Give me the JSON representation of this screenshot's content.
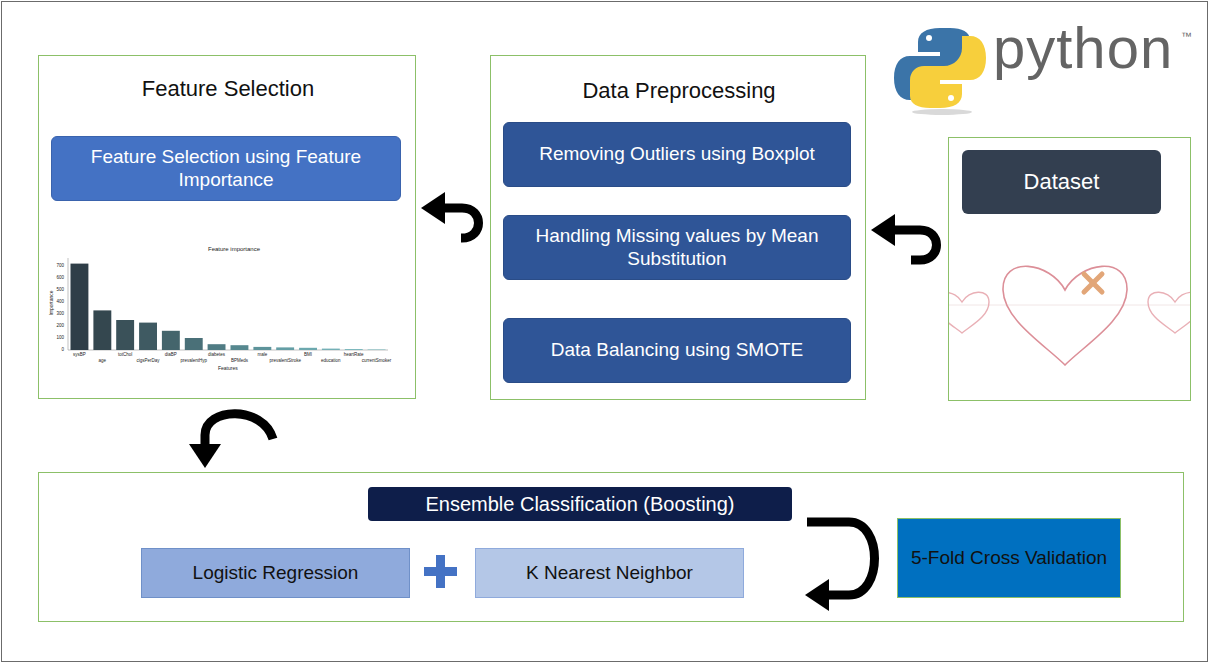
{
  "diagram": {
    "nodes": [
      {
        "text": [
          "Feature Selection"
        ]
      },
      {
        "text": [
          "Feature Selection using Feature Importance"
        ],
        "in": 0
      },
      {
        "text": [
          "Data Preprocessing"
        ]
      },
      {
        "text": [
          "Removing Outliers using Boxplot"
        ],
        "in": 2
      },
      {
        "text": [
          "Handling Missing values by Mean Substitution"
        ],
        "in": 2
      },
      {
        "text": [
          "Data Balancing using SMOTE"
        ],
        "in": 2
      },
      {
        "text": [
          "Dataset"
        ]
      },
      {
        "text": [
          "Ensemble Classification (Boosting)"
        ]
      },
      {
        "text": [
          "Logistic Regression"
        ],
        "in": 7
      },
      {
        "text": [
          "K Nearest Neighbor"
        ],
        "in": 7
      },
      {
        "text": [
          "5-Fold Cross Validation"
        ],
        "in": 7
      }
    ],
    "edges": [
      {
        "from": 6,
        "to": 2,
        "arrow": "to"
      },
      {
        "from": 2,
        "to": 0,
        "arrow": "to"
      },
      {
        "from": 0,
        "to": 7,
        "arrow": "to"
      },
      {
        "from": 10,
        "to": 7,
        "arrow": "to"
      }
    ],
    "labels": [
      "python",
      "™",
      "Feature importance",
      "Importance",
      "Features",
      "0",
      "100",
      "200",
      "300",
      "400",
      "500",
      "600",
      "700",
      "sysBP",
      "age",
      "totChol",
      "cigsPerDay",
      "diaBP",
      "prevalentHyp",
      "diabetes",
      "BPMeds",
      "male",
      "prevalentStroke",
      "BMI",
      "education",
      "heartRate",
      "currentSmoker"
    ]
  }
}
